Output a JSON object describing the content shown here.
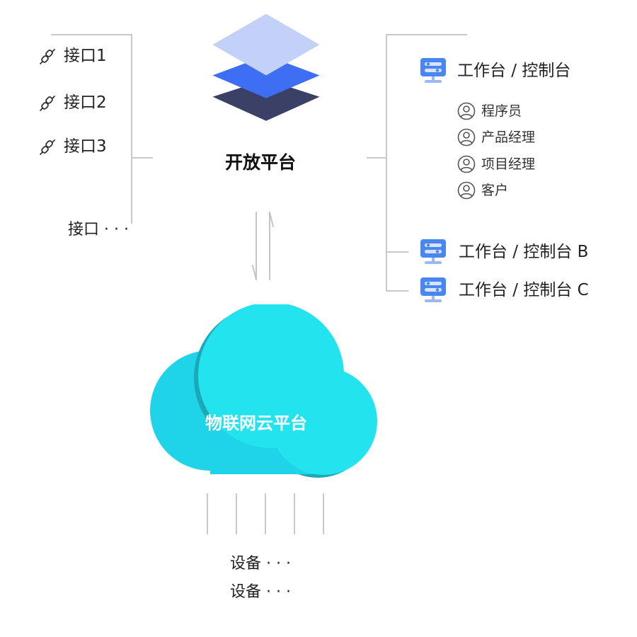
{
  "interfaces": {
    "items": [
      {
        "label": "接口1",
        "icon": "plug-icon"
      },
      {
        "label": "接口2",
        "icon": "plug-icon"
      },
      {
        "label": "接口3",
        "icon": "plug-icon"
      }
    ],
    "more_label": "接口 · · ·"
  },
  "open_platform": {
    "title": "开放平台",
    "icon": "layers-icon",
    "colors": {
      "top": "#c3d1f9",
      "middle": "#3d6ef3",
      "bottom": "#3b4066"
    }
  },
  "workstations": {
    "primary": {
      "label": "工作台 / 控制台",
      "icon": "monitor-icon"
    },
    "roles": [
      {
        "label": "程序员",
        "icon": "user-icon"
      },
      {
        "label": "产品经理",
        "icon": "user-icon"
      },
      {
        "label": "项目经理",
        "icon": "user-icon"
      },
      {
        "label": "客户",
        "icon": "user-icon"
      }
    ],
    "others": [
      {
        "label": "工作台 / 控制台 B",
        "icon": "monitor-icon"
      },
      {
        "label": "工作台 / 控制台 C",
        "icon": "monitor-icon"
      }
    ]
  },
  "cloud": {
    "label": "物联网云平台",
    "icon": "cloud-icon",
    "colors": {
      "front": "#22e3ee",
      "back": "#1fd4e8",
      "shadow": "#1aa9b8"
    }
  },
  "devices": {
    "items": [
      "设备 · · ·",
      "设备 · · ·"
    ]
  },
  "colors": {
    "connector": "#c9c9c9",
    "monitor": "#4a86f0"
  }
}
